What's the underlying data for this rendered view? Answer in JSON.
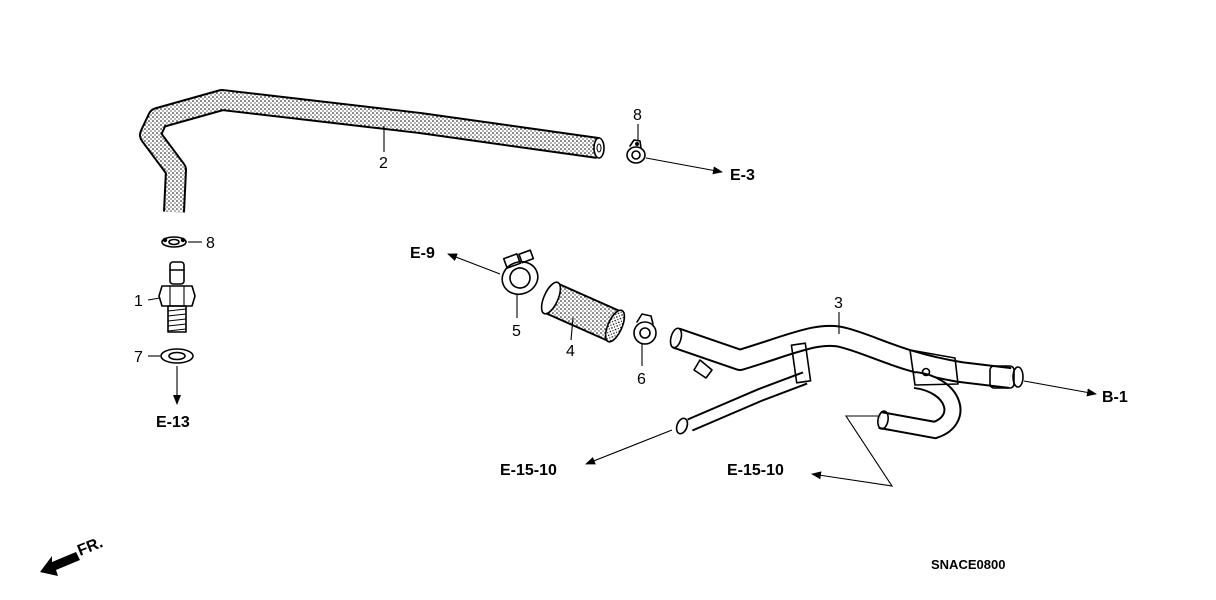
{
  "diagram": {
    "code": "SNACE0800",
    "parts": [
      {
        "id": "part-1",
        "label": "1"
      },
      {
        "id": "part-2",
        "label": "2"
      },
      {
        "id": "part-3",
        "label": "3"
      },
      {
        "id": "part-4",
        "label": "4"
      },
      {
        "id": "part-5",
        "label": "5"
      },
      {
        "id": "part-6",
        "label": "6"
      },
      {
        "id": "part-7",
        "label": "7"
      },
      {
        "id": "part-8-top",
        "label": "8"
      },
      {
        "id": "part-8-left",
        "label": "8"
      }
    ],
    "references": [
      {
        "id": "ref-e3",
        "label": "E-3"
      },
      {
        "id": "ref-e9",
        "label": "E-9"
      },
      {
        "id": "ref-e13",
        "label": "E-13"
      },
      {
        "id": "ref-b1",
        "label": "B-1"
      },
      {
        "id": "ref-e1510-left",
        "label": "E-15-10"
      },
      {
        "id": "ref-e1510-right",
        "label": "E-15-10"
      }
    ],
    "front_indicator": "FR."
  }
}
